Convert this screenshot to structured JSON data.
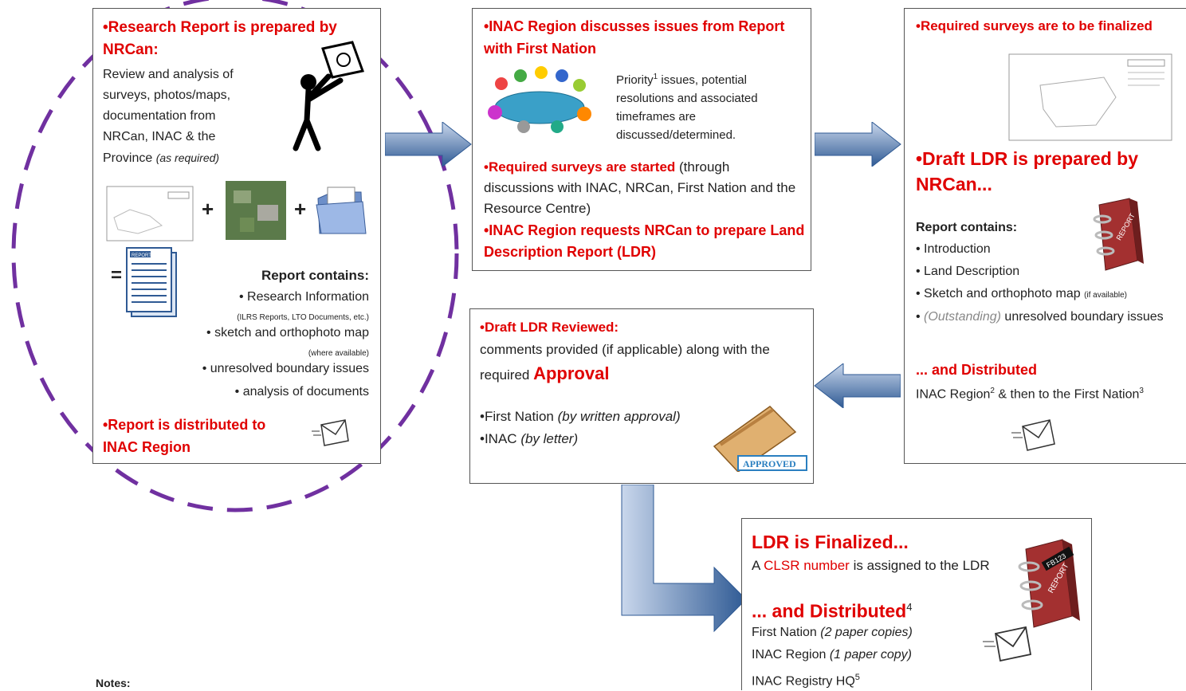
{
  "box1": {
    "title": "•Research Report is prepared by NRCan:",
    "intro": "Review and analysis of surveys, photos/maps, documentation from NRCan, INAC & the Province",
    "intro_note": "(as required)",
    "plus": "+",
    "equals": "=",
    "report_icon_label": "REPORT",
    "contains_label": "Report contains:",
    "items": [
      {
        "text": "• Research Information",
        "note": "(ILRS Reports, LTO Documents, etc.)"
      },
      {
        "text": "• sketch and orthophoto map",
        "note": "(where available)"
      },
      {
        "text": "• unresolved boundary issues",
        "note": ""
      },
      {
        "text": "• analysis of documents",
        "note": ""
      }
    ],
    "distributed": "•Report is distributed to INAC Region"
  },
  "box2": {
    "title": "•INAC Region discusses issues from Report with First Nation",
    "priority_word": "Priority",
    "priority_sup": "1",
    "priority_rest": " issues, potential resolutions and associated timeframes are discussed/determined.",
    "surveys_red": "•Required surveys are started",
    "surveys_black": " (through discussions with INAC, NRCan, First Nation and the Resource Centre)",
    "request": "•INAC Region requests NRCan to prepare Land Description Report (LDR)"
  },
  "box3": {
    "title": "•Required surveys are to be finalized",
    "draft_title": "•Draft LDR is prepared by NRCan...",
    "contains_label": "Report contains:",
    "items": [
      "• Introduction",
      "• Land Description",
      "• Sketch and orthophoto map"
    ],
    "items_note": "(if available)",
    "item4_prefix": "• ",
    "item4_italic": "(Outstanding)",
    "item4_rest": " unresolved boundary issues",
    "distributed_title": "... and Distributed",
    "distributed_a": "INAC Region",
    "distributed_sup1": "2",
    "distributed_b": " & then to the First Nation",
    "distributed_sup2": "3",
    "book_label": "REPORT"
  },
  "box4": {
    "title": "•Draft LDR Reviewed:",
    "body": "comments provided (if applicable) along with the required",
    "approval": "Approval",
    "fn": "•First Nation",
    "fn_note": "(by written approval)",
    "inac": "•INAC",
    "inac_note": "(by letter)",
    "stamp": "APPROVED"
  },
  "box5": {
    "title": "LDR is Finalized...",
    "clsr_a": "A ",
    "clsr_red": "CLSR number",
    "clsr_b": " is assigned to the LDR",
    "distributed": "... and Distributed",
    "distributed_sup": "4",
    "lines": [
      {
        "text": "First Nation ",
        "note": "(2 paper copies)"
      },
      {
        "text": "INAC Region ",
        "note": "(1 paper copy)"
      },
      {
        "text": "INAC Registry HQ",
        "note": "",
        "sup": "5"
      }
    ],
    "book_label": "REPORT",
    "book_tag": "FB123"
  },
  "notes": {
    "label": "Notes:"
  },
  "colors": {
    "red": "#e00000",
    "arrow": "#2f5a94",
    "circle": "#7030a0"
  }
}
